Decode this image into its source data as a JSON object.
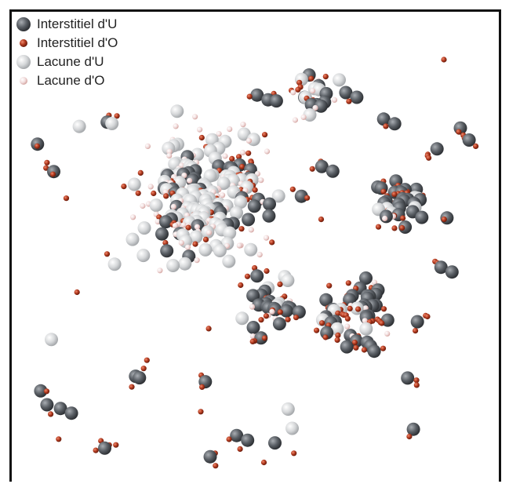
{
  "legend": {
    "items": [
      {
        "label": "Interstitiel d'U",
        "icon": "dark-grey-sphere-icon",
        "color": "#555a60"
      },
      {
        "label": "Interstitiel d'O",
        "icon": "red-sphere-icon",
        "color": "#b23a1f"
      },
      {
        "label": "Lacune d'U",
        "icon": "light-grey-sphere-icon",
        "color": "#d8dadc"
      },
      {
        "label": "Lacune d'O",
        "icon": "pale-pink-sphere-icon",
        "color": "#f2dada"
      }
    ]
  },
  "colors": {
    "frame": "#111111",
    "background": "#ffffff"
  }
}
